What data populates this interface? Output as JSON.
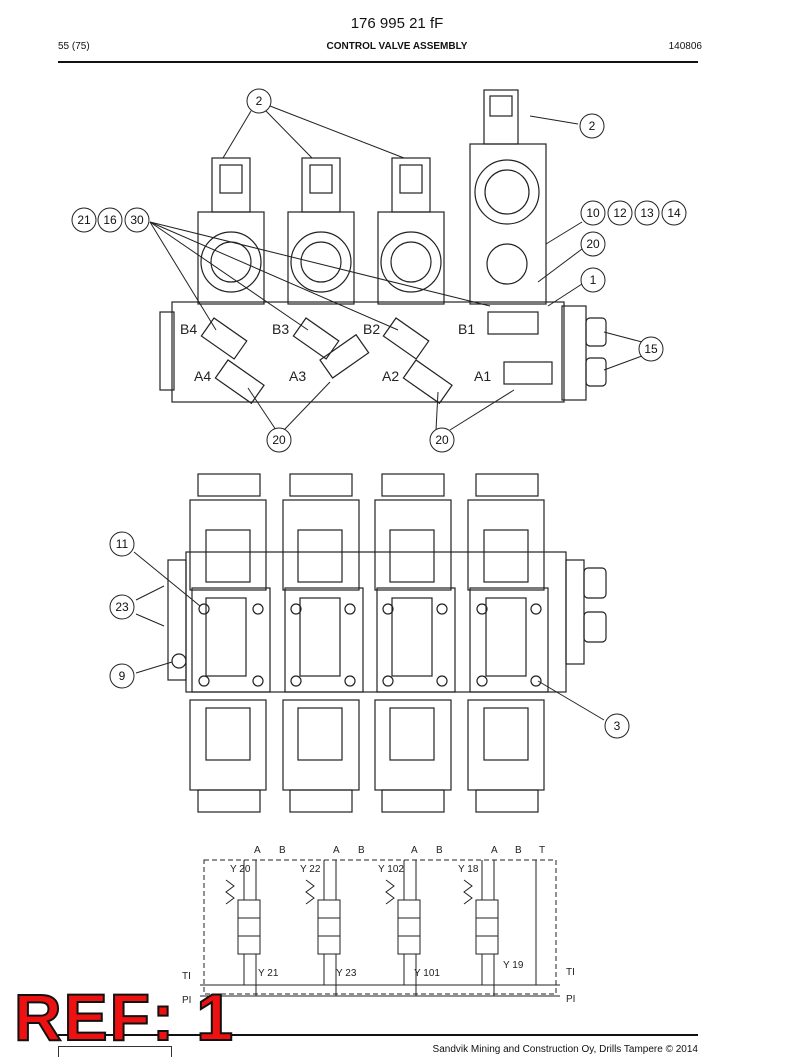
{
  "header": {
    "doc_number": "176 995 21 fF",
    "page": "55 (75)",
    "title": "CONTROL VALVE ASSEMBLY",
    "date_code": "140806"
  },
  "footer": {
    "copyright": "Sandvik Mining and Construction Oy, Drills Tampere © 2014",
    "ref_label": "REF: 1"
  },
  "top_view": {
    "port_labels": [
      "B4",
      "B3",
      "B2",
      "B1",
      "A4",
      "A3",
      "A2",
      "A1"
    ]
  },
  "callouts": [
    "2",
    "2",
    "21",
    "16",
    "30",
    "10",
    "12",
    "13",
    "14",
    "20",
    "1",
    "15",
    "20",
    "20",
    "11",
    "23",
    "9",
    "3"
  ],
  "schematic": {
    "port_labels": [
      "A",
      "B",
      "A",
      "B",
      "A",
      "B",
      "A",
      "B",
      "T"
    ],
    "solenoid_labels": [
      "Y 20",
      "Y 22",
      "Y 102",
      "Y 18",
      "Y 21",
      "Y 23",
      "Y 101",
      "Y 19"
    ],
    "line_labels": [
      "TI",
      "PI",
      "TI",
      "PI"
    ]
  }
}
